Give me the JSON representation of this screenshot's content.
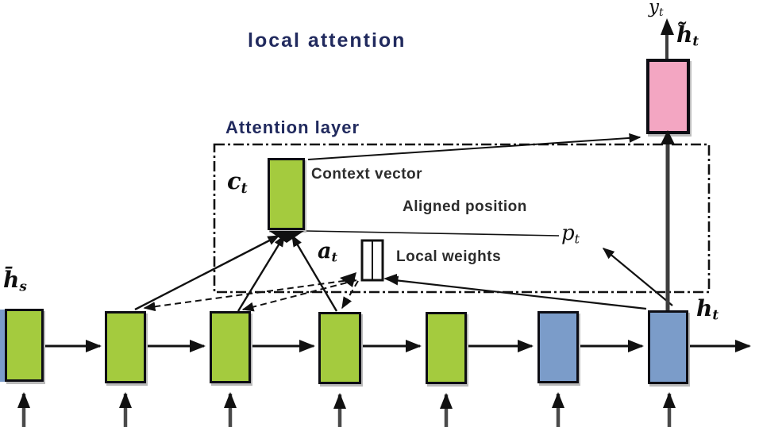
{
  "title": "local attention",
  "attention_layer": {
    "label": "Attention layer",
    "context_vector_label": "Context vector",
    "aligned_position_label": "Aligned position",
    "local_weights_label": "Local weights"
  },
  "math": {
    "context_vector": {
      "base": "c",
      "sub": "t"
    },
    "local_weights": {
      "base": "a",
      "sub": "t"
    },
    "aligned_position": {
      "base": "p",
      "sub": "t"
    },
    "output": {
      "base": "y",
      "sub": "t"
    },
    "attentional_hidden": {
      "base": "h̃",
      "sub": "t"
    },
    "target_hidden": {
      "base": "h",
      "sub": "t"
    },
    "source_hidden": {
      "base": "h̄",
      "sub": "s"
    }
  },
  "colors": {
    "source_box": "#a4cb3e",
    "target_box": "#7b9cc9",
    "attn_vector_box": "#f3a6c2",
    "context_box": "#a4cb3e",
    "heading_text": "#212a5e",
    "label_text": "#2c2c2c",
    "line": "#111111",
    "thick_line": "#3d3d3d",
    "input_arrow": "#4a4a4a"
  },
  "encoder_boxes": {
    "types": [
      "source",
      "source",
      "source",
      "source",
      "source",
      "target",
      "target"
    ],
    "source_count": 5,
    "target_count": 2
  }
}
